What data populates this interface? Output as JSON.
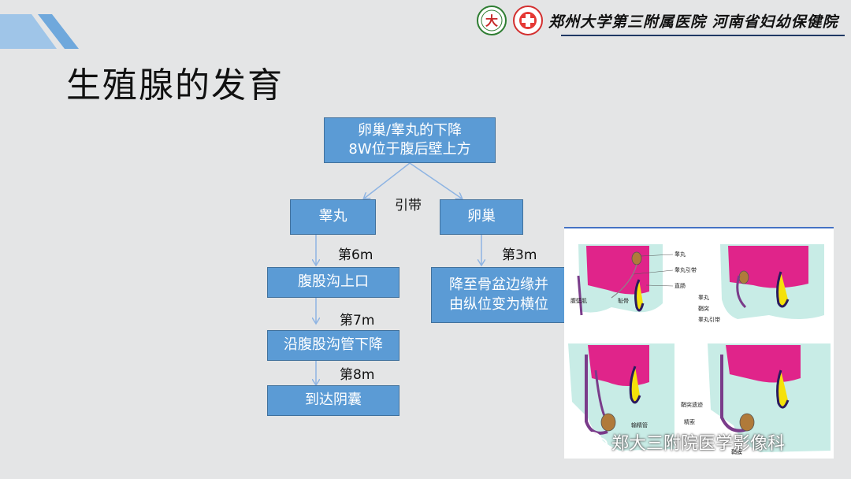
{
  "header": {
    "logo_text": "郑州大学第三附属医院 河南省妇幼保健院"
  },
  "slide": {
    "title": "生殖腺的发育"
  },
  "flow": {
    "top_line1": "卵巢/睾丸的下降",
    "top_line2": "8W位于腹后壁上方",
    "gubernaculum": "引带",
    "testis": "睾丸",
    "ovary": "卵巢",
    "testis_week6": "第6m",
    "testis_step1": "腹股沟上口",
    "testis_week7": "第7m",
    "testis_step2": "沿腹股沟管下降",
    "testis_week8": "第8m",
    "testis_step3": "到达阴囊",
    "ovary_week3": "第3m",
    "ovary_step1_line1": "降至骨盆边缘并",
    "ovary_step1_line2": "由纵位变为横位"
  },
  "figure": {
    "labels": {
      "testis": "睾丸",
      "gubernaculum": "睾丸引带",
      "rectum": "直肠",
      "abdominal_muscle": "腹壁肌",
      "pubis": "耻骨",
      "testis2": "睾丸",
      "vaginal_process": "鞘突",
      "gubernaculum2": "睾丸引带",
      "vas_deferens": "输精管",
      "vaginal_remnant": "鞘突遗迹",
      "spermatic_cord": "精索",
      "tunica": "鞘膜"
    }
  },
  "watermark": {
    "text": "郑大三附院医学影像科"
  },
  "colors": {
    "box_fill": "#5b9bd5",
    "box_border": "#41719c",
    "arrow": "#8eb4e3",
    "organ_pink": "#e0248a",
    "organ_yellow": "#f5e10a",
    "tissue_teal": "#c8ece6"
  }
}
